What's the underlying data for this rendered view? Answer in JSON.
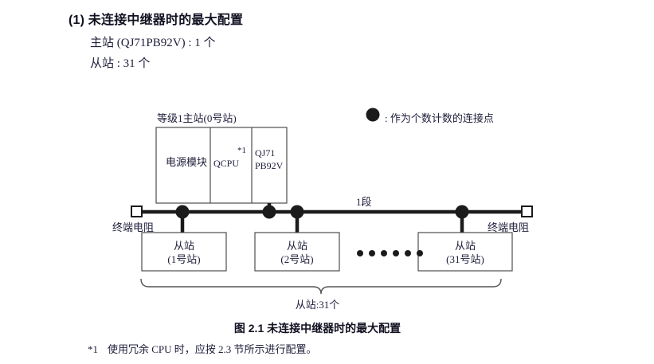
{
  "section": {
    "number": "(1)",
    "title": "(1) 未连接中继器时的最大配置",
    "spec_master": "主站 (QJ71PB92V) : 1 个",
    "spec_slave": "从站 : 31 个"
  },
  "legend": {
    "marker": "filled-circle",
    "text": ": 作为个数计数的连接点"
  },
  "diagram": {
    "rack_label": "等级1主站(0号站)",
    "modules": [
      {
        "name": "power-module",
        "label": "电源模块"
      },
      {
        "name": "cpu-module",
        "label": "QCPU",
        "footnote_mark": "*1"
      },
      {
        "name": "master-module",
        "label_line1": "QJ71",
        "label_line2": "PB92V"
      }
    ],
    "segment_label": "1段",
    "terminal_resistor_left": "终端电阻",
    "terminal_resistor_right": "终端电阻",
    "slaves": [
      {
        "title": "从站",
        "station": "(1号站)"
      },
      {
        "title": "从站",
        "station": "(2号站)"
      },
      {
        "title": "从站",
        "station": "(31号站)"
      }
    ],
    "ellipsis_dots": 6,
    "brace_caption": "从站:31个"
  },
  "figure": {
    "caption": "图 2.1  未连接中继器时的最大配置"
  },
  "footnote": {
    "mark": "*1",
    "text": "使用冗余 CPU 时，应按 2.3 节所示进行配置。"
  },
  "colors": {
    "text": "#20203c",
    "heading": "#111122",
    "line": "#1b1b1b",
    "box_border": "#4d4d4d",
    "page_bg": "#ffffff"
  }
}
